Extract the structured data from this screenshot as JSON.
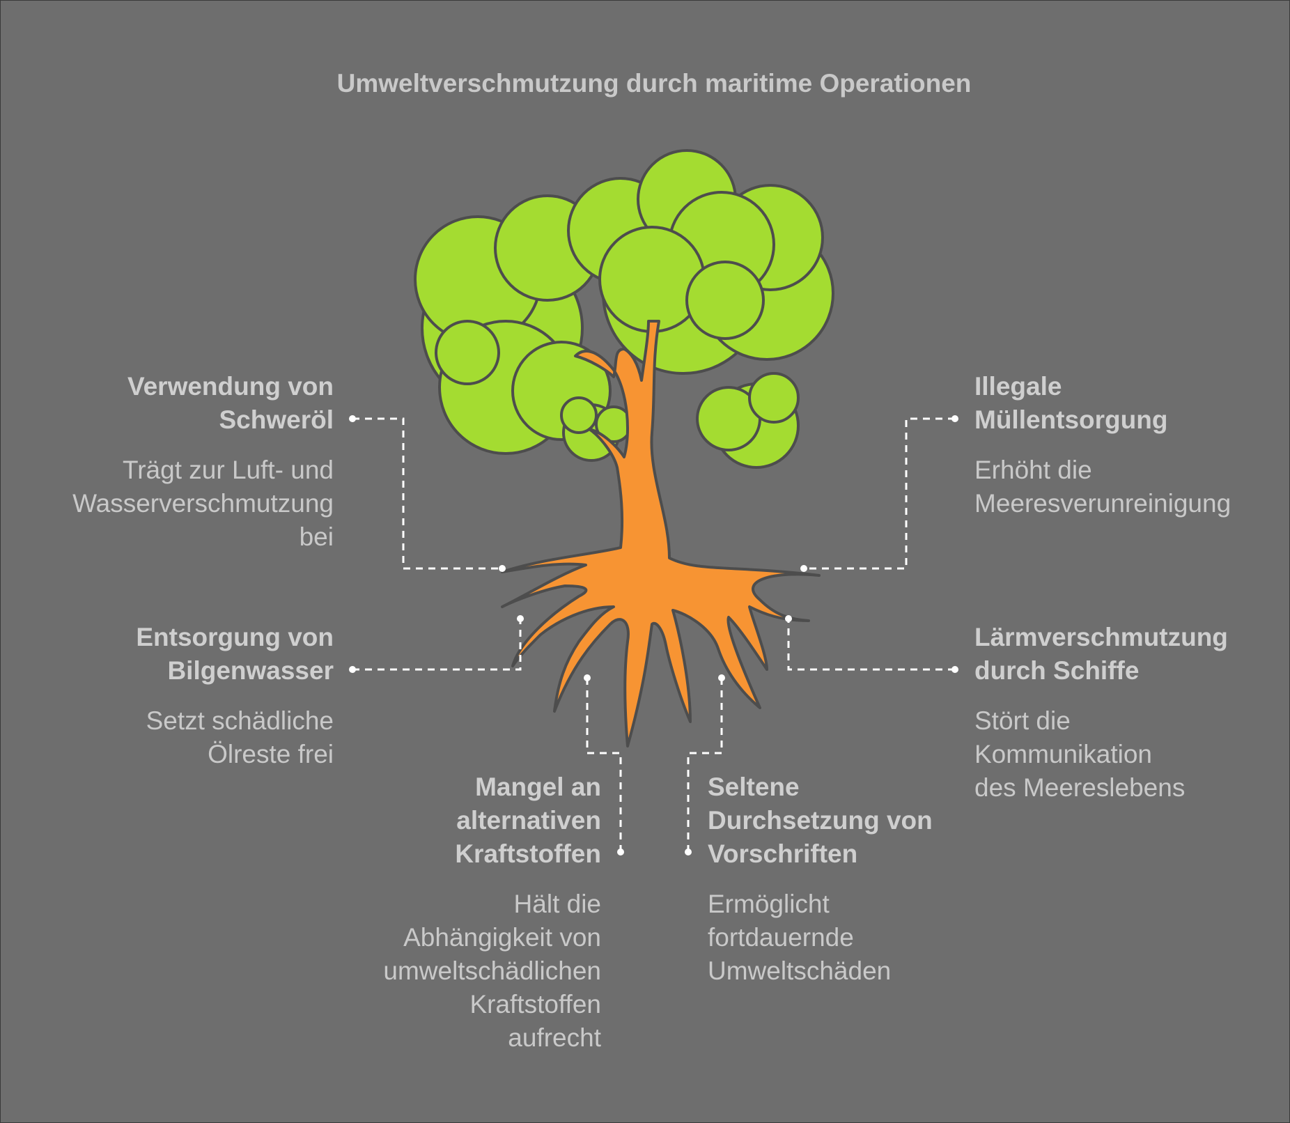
{
  "title": "Umweltverschmutzung durch maritime Operationen",
  "colors": {
    "background": "#6e6e6e",
    "foliage": "#a4dc31",
    "trunk": "#f79433",
    "outline": "#4d4d4d",
    "text": "#cfcfcf",
    "connector": "#ffffff"
  },
  "items": [
    {
      "heading": "Verwendung von\nSchweröl",
      "description": "Trägt zur Luft- und\nWasserverschmutzung\nbei"
    },
    {
      "heading": "Entsorgung von\nBilgenwasser",
      "description": "Setzt schädliche\nÖlreste frei"
    },
    {
      "heading": "Mangel an\nalternativen\nKraftstoffen",
      "description": "Hält die\nAbhängigkeit von\numweltschädlichen\nKraftstoffen\naufrecht"
    },
    {
      "heading": "Seltene\nDurchsetzung von\nVorschriften",
      "description": "Ermöglicht\nfortdauernde\nUmweltschäden"
    },
    {
      "heading": "Illegale\nMüllentsorgung",
      "description": "Erhöht die\nMeeresverunreinigung"
    },
    {
      "heading": "Lärmverschmutzung\ndurch Schiffe",
      "description": "Stört die\nKommunikation\ndes Meereslebens"
    }
  ]
}
